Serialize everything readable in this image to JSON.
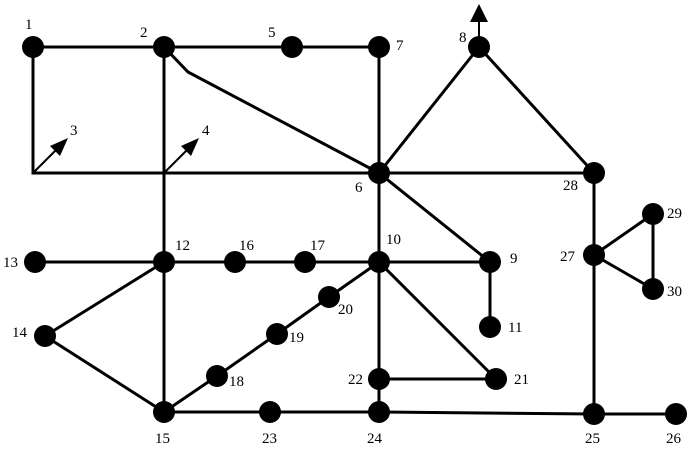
{
  "diagram": {
    "nodes": [
      {
        "id": "n1",
        "label": "1"
      },
      {
        "id": "n2",
        "label": "2"
      },
      {
        "id": "n5",
        "label": "5"
      },
      {
        "id": "n7",
        "label": "7"
      },
      {
        "id": "n8",
        "label": "8"
      },
      {
        "id": "n6",
        "label": "6"
      },
      {
        "id": "n28",
        "label": "28"
      },
      {
        "id": "n12",
        "label": "12"
      },
      {
        "id": "n13",
        "label": "13"
      },
      {
        "id": "n16",
        "label": "16"
      },
      {
        "id": "n17",
        "label": "17"
      },
      {
        "id": "n10",
        "label": "10"
      },
      {
        "id": "n9",
        "label": "9"
      },
      {
        "id": "n11",
        "label": "11"
      },
      {
        "id": "n14",
        "label": "14"
      },
      {
        "id": "n20",
        "label": "20"
      },
      {
        "id": "n19",
        "label": "19"
      },
      {
        "id": "n18",
        "label": "18"
      },
      {
        "id": "n22",
        "label": "22"
      },
      {
        "id": "n21",
        "label": "21"
      },
      {
        "id": "n15",
        "label": "15"
      },
      {
        "id": "n23",
        "label": "23"
      },
      {
        "id": "n24",
        "label": "24"
      },
      {
        "id": "n25",
        "label": "25"
      },
      {
        "id": "n26",
        "label": "26"
      },
      {
        "id": "n27",
        "label": "27"
      },
      {
        "id": "n29",
        "label": "29"
      },
      {
        "id": "n30",
        "label": "30"
      }
    ],
    "arrow_labels": {
      "a3": "3",
      "a4": "4"
    },
    "edges": [
      [
        "n1",
        "n2"
      ],
      [
        "n2",
        "n5"
      ],
      [
        "n5",
        "n7"
      ],
      [
        "n2",
        "n6"
      ],
      [
        "n7",
        "n6"
      ],
      [
        "n6",
        "n8"
      ],
      [
        "n8",
        "n28"
      ],
      [
        "n6",
        "n28"
      ],
      [
        "n6",
        "n10"
      ],
      [
        "n6",
        "n9"
      ],
      [
        "n9",
        "n11"
      ],
      [
        "n12",
        "n13"
      ],
      [
        "n12",
        "n16"
      ],
      [
        "n16",
        "n17"
      ],
      [
        "n17",
        "n10"
      ],
      [
        "n10",
        "n9"
      ],
      [
        "n10",
        "n20"
      ],
      [
        "n20",
        "n19"
      ],
      [
        "n19",
        "n18"
      ],
      [
        "n18",
        "n15"
      ],
      [
        "n10",
        "n22"
      ],
      [
        "n10",
        "n21"
      ],
      [
        "n22",
        "n21"
      ],
      [
        "n22",
        "n24"
      ],
      [
        "n12",
        "n14"
      ],
      [
        "n14",
        "n15"
      ],
      [
        "n12",
        "n15"
      ],
      [
        "n2",
        "n12"
      ],
      [
        "n15",
        "n23"
      ],
      [
        "n23",
        "n24"
      ],
      [
        "n24",
        "n25"
      ],
      [
        "n25",
        "n26"
      ],
      [
        "n28",
        "n27"
      ],
      [
        "n27",
        "n25"
      ],
      [
        "n27",
        "n29"
      ],
      [
        "n29",
        "n30"
      ],
      [
        "n30",
        "n27"
      ]
    ]
  }
}
